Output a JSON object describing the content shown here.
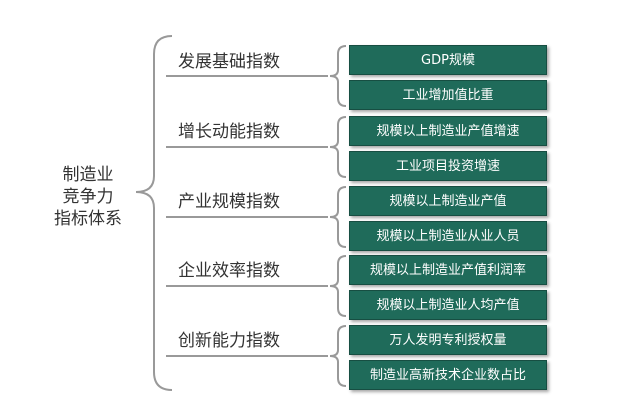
{
  "root": {
    "lines": [
      "制造业",
      "竞争力",
      "指标体系"
    ]
  },
  "categories": [
    {
      "label": "发展基础指数",
      "items": [
        "GDP规模",
        "工业增加值比重"
      ]
    },
    {
      "label": "增长动能指数",
      "items": [
        "规模以上制造业产值增速",
        "工业项目投资增速"
      ]
    },
    {
      "label": "产业规模指数",
      "items": [
        "规模以上制造业产值",
        "规模以上制造业从业人员"
      ]
    },
    {
      "label": "企业效率指数",
      "items": [
        "规模以上制造业产值利润率",
        "规模以上制造业人均产值"
      ]
    },
    {
      "label": "创新能力指数",
      "items": [
        "万人发明专利授权量",
        "制造业高新技术企业数占比"
      ]
    }
  ],
  "colors": {
    "box_fill": "#1f6b5a",
    "line": "#999999",
    "text": "#333333"
  }
}
